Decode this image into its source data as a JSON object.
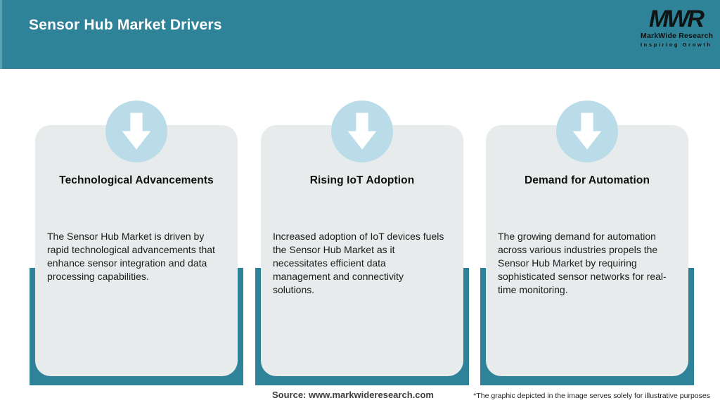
{
  "header": {
    "title": "Sensor Hub Market Drivers",
    "logo": {
      "monogram": "MWR",
      "company": "MarkWide Research",
      "tagline": "Inspiring Growth"
    }
  },
  "cards": [
    {
      "icon": "down-arrow-icon",
      "title": "Technological Advancements",
      "description": "The Sensor Hub Market is driven by rapid technological advancements that enhance sensor integration and data processing capabilities."
    },
    {
      "icon": "down-arrow-icon",
      "title": "Rising IoT Adoption",
      "description": "Increased adoption of IoT devices fuels the Sensor Hub Market as it necessitates efficient data management and connectivity solutions."
    },
    {
      "icon": "down-arrow-icon",
      "title": "Demand for Automation",
      "description": "The growing demand for automation across various industries propels the Sensor Hub Market by requiring sophisticated sensor networks for real-time monitoring."
    }
  ],
  "footer": {
    "source": "Source: www.markwideresearch.com",
    "disclaimer": "*The graphic depicted in the image serves solely for illustrative purposes"
  },
  "colors": {
    "header_teal": "#2f8398",
    "band_teal": "#2f8398",
    "circle_blue": "#b9dce8",
    "card_gray": "#e8ebec",
    "title_text": "#0f0f0f",
    "body_text": "#1c1c1c",
    "logo_black": "#0e1313"
  }
}
